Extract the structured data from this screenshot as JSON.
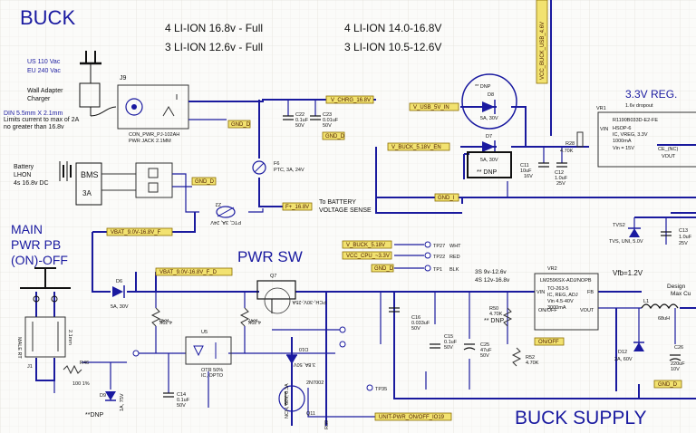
{
  "titles": {
    "buck": "BUCK",
    "main_pwr": "MAIN",
    "main_pwr2": "PWR PB",
    "main_pwr3": "(ON)-OFF",
    "pwr_sw": "PWR SW",
    "buck_supply": "BUCK SUPPLY",
    "reg": "3.3V REG."
  },
  "battery_notes": {
    "line1": "4 LI-ION 16.8v - Full",
    "line2": "3 LI-ION 12.6v - Full",
    "line3": "4 LI-ION 14.0-16.8V",
    "line4": "3 LI-ION 10.5-12.6V"
  },
  "charger": {
    "us": "US 110 Vac",
    "eu": "EU 240 Vac",
    "wall1": "Wall Adapter",
    "wall2": "Charger",
    "din": "DIN 5.5mm X 2.1mm",
    "lim1": "Limits current to max of 2A",
    "lim2": "no greater than 16.8v"
  },
  "battery": {
    "l1": "Battery",
    "l2": "LHON",
    "l3": "4s 16.8v DC",
    "bms": "BMS",
    "amps": "3A"
  },
  "jack": {
    "ref": "J9",
    "part": "CON_PWR_PJ-102AH",
    "desc": "PWR JACK 2.1MM"
  },
  "caps_top": {
    "c22": "C22",
    "c22v": "0.1uF",
    "c22r": "50V",
    "c23": "C23",
    "c23v": "0.01uF",
    "c23r": "50V"
  },
  "fuse": {
    "ref": "F6",
    "desc": "PTC, 3A, 24V"
  },
  "sense_note": {
    "l1": "To BATTERY",
    "l2": "VOLTAGE SENSE"
  },
  "diodes": {
    "d8": "D8",
    "d8v": "5A, 30V",
    "dnp": "** DNP",
    "d7": "D7",
    "d7v": "5A, 30V",
    "d7dnp": "** DNP",
    "d6": "D6",
    "d6v": "5A, 30V",
    "d12": "D12",
    "d12v": "2A, 60V"
  },
  "reg": {
    "sub": "1.6v dropout",
    "ref": "VR1",
    "part": "R1190B033D-E2-FE",
    "pkg": "HSOP-6",
    "desc": "IC, VREG, 3.3V",
    "cur": "1000mA",
    "vin": "Vin = 15V",
    "ce": "CE_(NC)",
    "vout": "VOUT",
    "vinpin": "VIN"
  },
  "r28": {
    "ref": "R28",
    "val": "4.70K"
  },
  "c11": {
    "ref": "C11",
    "val": "10uF",
    "rat": "16V"
  },
  "c12": {
    "ref": "C12",
    "val": "1.0uF",
    "rat": "25V"
  },
  "c13": {
    "ref": "C13",
    "val": "1.0uF",
    "rat": "25V"
  },
  "tvs": {
    "ref": "TVS2",
    "desc": "TVS, UNI, 5.0V"
  },
  "testpoints": [
    {
      "net": "V_BUCK_5.18V",
      "tp": "TP27",
      "color": "WHT"
    },
    {
      "net": "VCC_CPU_~3.3V",
      "tp": "TP22",
      "color": "RED"
    },
    {
      "net": "GND_D",
      "tp": "TP1",
      "color": "BLK"
    }
  ],
  "nets": {
    "chrg": "V_CHRG_16.8V",
    "gnd": "GND_D",
    "usb": "V_USB_5V_IN",
    "buck518": "V_BUCK_5.18V_EN",
    "f168": "F+_16.8V",
    "vbat": "VBAT_9.0V-16.8V_F",
    "vbat2": "VBAT_9.0V-16.8V_F_D",
    "onoff": "ON/OFF",
    "unit": "UNIT-PWR_ON/OFF_IO19",
    "vert": "VCC_BUCK_USB_4.6V",
    "gndi": "GND_I",
    "gndd2": "GND_D"
  },
  "buck": {
    "ref": "VR2",
    "part": "LM2596SX-ADJ/NOPB",
    "pkg": "TO-263-5",
    "desc": "IC, REG, ADJ",
    "vin": "Vin 4.5-40V",
    "cur": "3000mA",
    "onoff": "ON/OFF",
    "vinpin": "VIN",
    "vout": "VOUT",
    "fb": "FB",
    "range1": "3S 9v-12.6v",
    "range2": "4S 12v-16.8v",
    "vfb": "Vfb=1.2V",
    "design": "Design",
    "maxcu": "Max Cu"
  },
  "r50": {
    "ref": "R50",
    "val": "4.70K",
    "dnp": "** DNP"
  },
  "r52": {
    "ref": "R52",
    "val": "4.70K"
  },
  "l1": {
    "ref": "L1",
    "val": "68uH"
  },
  "c16": {
    "ref": "C16",
    "val": "0.033uF",
    "rat": "50V"
  },
  "c15": {
    "ref": "C15",
    "val": "0.1uF",
    "rat": "50V"
  },
  "c25": {
    "ref": "C25",
    "val": "47uF",
    "rat": "50V"
  },
  "c26": {
    "ref": "C26",
    "val": "220uF",
    "rat": "10V"
  },
  "c14": {
    "ref": "C14",
    "val": "0.1uF",
    "rat": "50V"
  },
  "q7": {
    "ref": "Q7",
    "desc": "PCH,-30V,-25A"
  },
  "q11": {
    "ref": "Q11",
    "part": "2N7002",
    "desc": "NCH, 60V, 0.3A"
  },
  "u5": {
    "ref": "U5",
    "desc1": "OTR 50%",
    "desc2": "IC, OPTO"
  },
  "r46": {
    "ref": "R46",
    "val": "100 1%"
  },
  "r48": {
    "ref": "R48",
    "val": "4.70K"
  },
  "r47": {
    "ref": "R47",
    "val": "4.70K"
  },
  "d9": {
    "ref": "D9",
    "val": "1A, 75V",
    "dnp": "**DNP"
  },
  "d10": {
    "ref": "D10",
    "val": "3.8A, 50V"
  },
  "z2": {
    "ref": "Z2",
    "desc": "PTC, 3A, 24V"
  },
  "j1": {
    "ref": "J1",
    "part": "MALE RT",
    "pins": "2.1mm"
  },
  "tp35": "TP35",
  "r39": "R39",
  "colors": {
    "wire": "#1a1a9e",
    "title": "#1a1aa0",
    "netlabel": "#f2e270"
  }
}
